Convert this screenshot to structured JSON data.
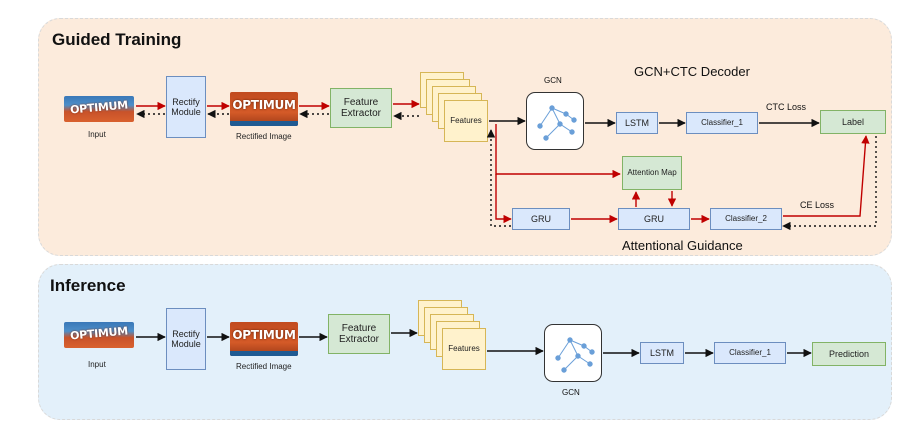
{
  "training": {
    "title": "Guided Training",
    "decoder_label": "GCN+CTC Decoder",
    "guidance_label": "Attentional Guidance",
    "gcn_label": "GCN",
    "input_image_text": "OPTIMUM",
    "input_label": "Input",
    "rectify_label": "Rectify Module",
    "rectified_image_text": "OPTIMUM",
    "rectified_label": "Rectified Image",
    "feature_extractor_label": "Feature Extractor",
    "features_label": "Features",
    "lstm_label": "LSTM",
    "classifier1_label": "Classifier_1",
    "ctc_loss_label": "CTC Loss",
    "label_label": "Label",
    "attention_map_label": "Attention Map",
    "gru1_label": "GRU",
    "gru2_label": "GRU",
    "classifier2_label": "Classifier_2",
    "ce_loss_label": "CE Loss"
  },
  "inference": {
    "title": "Inference",
    "input_image_text": "OPTIMUM",
    "input_label": "Input",
    "rectify_label": "Rectify Module",
    "rectified_image_text": "OPTIMUM",
    "rectified_label": "Rectified Image",
    "feature_extractor_label": "Feature Extractor",
    "features_label": "Features",
    "gcn_label": "GCN",
    "lstm_label": "LSTM",
    "classifier1_label": "Classifier_1",
    "prediction_label": "Prediction"
  },
  "colors": {
    "forward_arrow": "#c00000",
    "plain_arrow": "#111111",
    "graph_node": "#6a9fd8"
  }
}
